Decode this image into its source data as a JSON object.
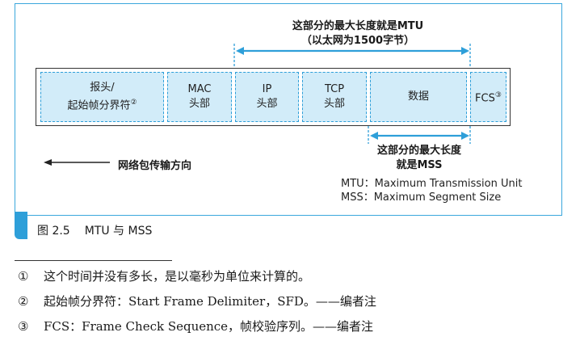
{
  "diagram": {
    "mtu_caption_line1": "这部分的最大长度就是MTU",
    "mtu_caption_line2": "（以太网为1500字节）",
    "segments": [
      {
        "line1": "报头/",
        "line2": "起始帧分界符",
        "sup": "②"
      },
      {
        "line1": "MAC",
        "line2": "头部",
        "sup": ""
      },
      {
        "line1": "IP",
        "line2": "头部",
        "sup": ""
      },
      {
        "line1": "TCP",
        "line2": "头部",
        "sup": ""
      },
      {
        "line1": "数据",
        "line2": "",
        "sup": ""
      },
      {
        "line1": "FCS",
        "line2": "",
        "sup": "③"
      }
    ],
    "mss_caption_line1": "这部分的最大长度",
    "mss_caption_line2": "就是MSS",
    "direction_label": "网络包传输方向",
    "legend_mtu": "MTU：Maximum Transmission Unit",
    "legend_mss": "MSS：Maximum Segment Size",
    "accent_color": "#2e9fd9",
    "segment_fill": "#d2ecf9"
  },
  "figure": {
    "number": "图 2.5",
    "title": "MTU 与 MSS"
  },
  "footnotes": [
    {
      "mark": "①",
      "text": "这个时间并没有多长，是以毫秒为单位来计算的。"
    },
    {
      "mark": "②",
      "text": "起始帧分界符：Start Frame Delimiter，SFD。——编者注"
    },
    {
      "mark": "③",
      "text": "FCS：Frame Check Sequence，帧校验序列。——编者注"
    }
  ]
}
